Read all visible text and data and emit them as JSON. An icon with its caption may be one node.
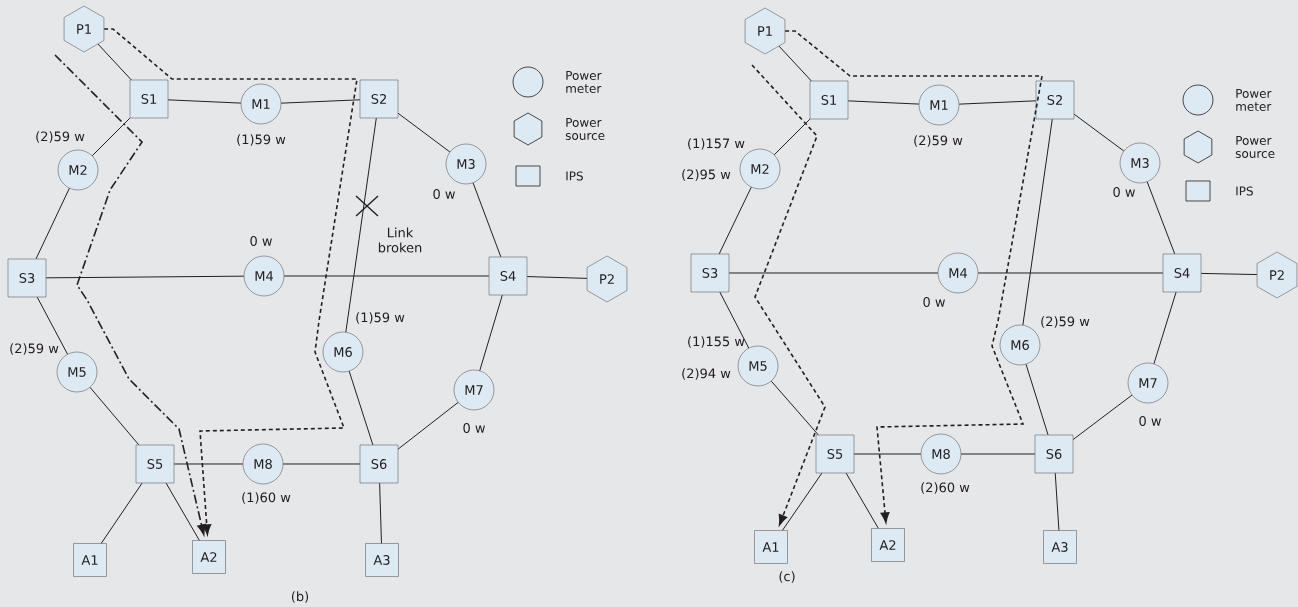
{
  "diagram": {
    "nodes": [
      {
        "text": [
          "P1"
        ]
      },
      {
        "text": [
          "S1"
        ]
      },
      {
        "text": [
          "M1"
        ],
        "beside": [
          "(1)59 w"
        ]
      },
      {
        "text": [
          "S2"
        ]
      },
      {
        "text": [
          "M2"
        ],
        "beside": [
          "(2)59 w"
        ]
      },
      {
        "text": [
          "M3"
        ],
        "beside": [
          "0 w"
        ]
      },
      {
        "text": [
          "S3"
        ]
      },
      {
        "text": [
          "M4"
        ],
        "beside": [
          "0 w"
        ]
      },
      {
        "text": [
          "S4"
        ]
      },
      {
        "text": [
          "P2"
        ]
      },
      {
        "text": [
          "M5"
        ],
        "beside": [
          "(2)59 w"
        ]
      },
      {
        "text": [
          "M6"
        ],
        "beside": [
          "(1)59 w"
        ]
      },
      {
        "text": [
          "M7"
        ],
        "beside": [
          "0 w"
        ]
      },
      {
        "text": [
          "S5"
        ]
      },
      {
        "text": [
          "M8"
        ],
        "beside": [
          "(1)60 w"
        ]
      },
      {
        "text": [
          "S6"
        ]
      },
      {
        "text": [
          "A1"
        ]
      },
      {
        "text": [
          "A2"
        ]
      },
      {
        "text": [
          "A3"
        ]
      },
      {
        "text": [
          "P1"
        ]
      },
      {
        "text": [
          "S1"
        ]
      },
      {
        "text": [
          "M1"
        ],
        "beside": [
          "(2)59 w"
        ]
      },
      {
        "text": [
          "S2"
        ]
      },
      {
        "text": [
          "M2"
        ],
        "beside": [
          "(1)157 w",
          "(2)95 w"
        ]
      },
      {
        "text": [
          "M3"
        ],
        "beside": [
          "0 w"
        ]
      },
      {
        "text": [
          "S3"
        ]
      },
      {
        "text": [
          "M4"
        ],
        "beside": [
          "0 w"
        ]
      },
      {
        "text": [
          "S4"
        ]
      },
      {
        "text": [
          "P2"
        ]
      },
      {
        "text": [
          "M5"
        ],
        "beside": [
          "(1)155 w",
          "(2)94 w"
        ]
      },
      {
        "text": [
          "M6"
        ],
        "beside": [
          "(2)59 w"
        ]
      },
      {
        "text": [
          "M7"
        ],
        "beside": [
          "0 w"
        ]
      },
      {
        "text": [
          "S5"
        ]
      },
      {
        "text": [
          "M8"
        ],
        "beside": [
          "(2)60 w"
        ]
      },
      {
        "text": [
          "S6"
        ]
      },
      {
        "text": [
          "A1"
        ]
      },
      {
        "text": [
          "A2"
        ]
      },
      {
        "text": [
          "A3"
        ]
      }
    ],
    "edges": [
      {
        "from": 0,
        "to": 1,
        "arrow": "none"
      },
      {
        "from": 1,
        "to": 2,
        "arrow": "none"
      },
      {
        "from": 2,
        "to": 3,
        "arrow": "none"
      },
      {
        "from": 1,
        "to": 4,
        "arrow": "none"
      },
      {
        "from": 4,
        "to": 6,
        "arrow": "none"
      },
      {
        "from": 3,
        "to": 5,
        "arrow": "none"
      },
      {
        "from": 5,
        "to": 8,
        "arrow": "none"
      },
      {
        "from": 6,
        "to": 7,
        "arrow": "none"
      },
      {
        "from": 7,
        "to": 8,
        "arrow": "none"
      },
      {
        "from": 8,
        "to": 9,
        "arrow": "none"
      },
      {
        "from": 6,
        "to": 10,
        "arrow": "none"
      },
      {
        "from": 10,
        "to": 13,
        "arrow": "none"
      },
      {
        "from": 3,
        "to": 11,
        "arrow": "none"
      },
      {
        "from": 11,
        "to": 15,
        "arrow": "none"
      },
      {
        "from": 8,
        "to": 12,
        "arrow": "none"
      },
      {
        "from": 12,
        "to": 15,
        "arrow": "none"
      },
      {
        "from": 13,
        "to": 14,
        "arrow": "none"
      },
      {
        "from": 14,
        "to": 15,
        "arrow": "none"
      },
      {
        "from": 13,
        "to": 16,
        "arrow": "none"
      },
      {
        "from": 13,
        "to": 17,
        "arrow": "none"
      },
      {
        "from": 15,
        "to": 18,
        "arrow": "none"
      },
      {
        "from": 0,
        "to": 17,
        "arrow": "to",
        "style": "dashed"
      },
      {
        "from": null,
        "to": 17,
        "arrow": "to",
        "style": "dashed"
      },
      {
        "from": 19,
        "to": 20,
        "arrow": "none"
      },
      {
        "from": 20,
        "to": 21,
        "arrow": "none"
      },
      {
        "from": 21,
        "to": 22,
        "arrow": "none"
      },
      {
        "from": 20,
        "to": 23,
        "arrow": "none"
      },
      {
        "from": 23,
        "to": 25,
        "arrow": "none"
      },
      {
        "from": 22,
        "to": 24,
        "arrow": "none"
      },
      {
        "from": 24,
        "to": 27,
        "arrow": "none"
      },
      {
        "from": 25,
        "to": 26,
        "arrow": "none"
      },
      {
        "from": 26,
        "to": 27,
        "arrow": "none"
      },
      {
        "from": 27,
        "to": 28,
        "arrow": "none"
      },
      {
        "from": 25,
        "to": 29,
        "arrow": "none"
      },
      {
        "from": 29,
        "to": 32,
        "arrow": "none"
      },
      {
        "from": 22,
        "to": 30,
        "arrow": "none"
      },
      {
        "from": 30,
        "to": 34,
        "arrow": "none"
      },
      {
        "from": 27,
        "to": 31,
        "arrow": "none"
      },
      {
        "from": 31,
        "to": 34,
        "arrow": "none"
      },
      {
        "from": 32,
        "to": 33,
        "arrow": "none"
      },
      {
        "from": 33,
        "to": 34,
        "arrow": "none"
      },
      {
        "from": 32,
        "to": 35,
        "arrow": "none"
      },
      {
        "from": 32,
        "to": 36,
        "arrow": "none"
      },
      {
        "from": 34,
        "to": 37,
        "arrow": "none"
      },
      {
        "from": null,
        "to": 35,
        "arrow": "to",
        "style": "dashed"
      },
      {
        "from": 19,
        "to": 36,
        "arrow": "to",
        "style": "dashed"
      }
    ],
    "labels": [
      "Link broken",
      "(b)",
      "(c)"
    ],
    "legend": [
      {
        "text": "Power meter"
      },
      {
        "text": "Power source"
      },
      {
        "text": "IPS"
      },
      {
        "text": "Power meter"
      },
      {
        "text": "Power source"
      },
      {
        "text": "IPS"
      }
    ]
  }
}
